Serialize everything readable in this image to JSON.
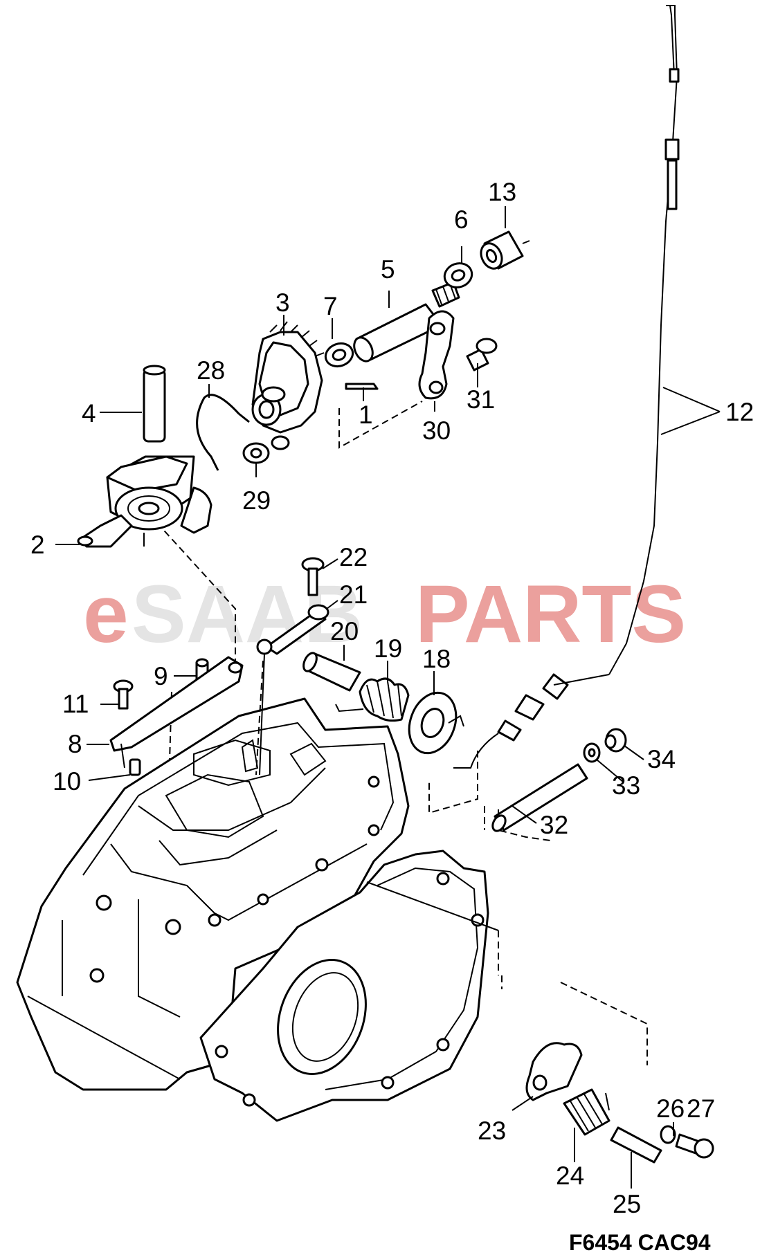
{
  "watermark": {
    "prefix": "e",
    "middle": "SAAB",
    "suffix": "PARTS",
    "color_prefix": "#e8908c",
    "color_middle": "#e0e0e0",
    "color_suffix": "#e8908c"
  },
  "figure_code": "F6454 CAC94",
  "callouts": [
    "1",
    "2",
    "3",
    "4",
    "5",
    "6",
    "7",
    "8",
    "9",
    "10",
    "11",
    "12",
    "13",
    "18",
    "19",
    "20",
    "21",
    "22",
    "23",
    "24",
    "25",
    "26",
    "27",
    "28",
    "29",
    "30",
    "31",
    "32",
    "33",
    "34"
  ]
}
